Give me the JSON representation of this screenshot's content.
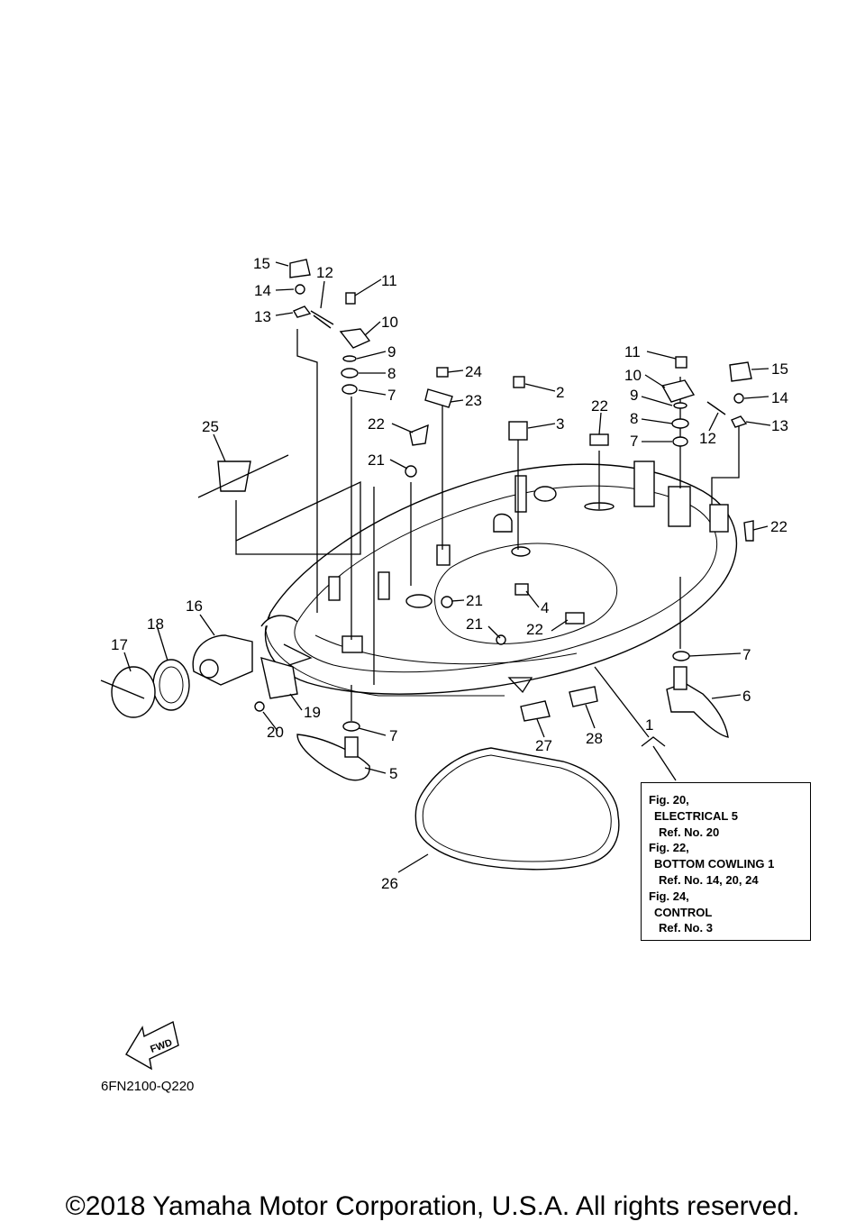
{
  "callouts": {
    "c15a": "15",
    "c14a": "14",
    "c13a": "13",
    "c12a": "12",
    "c11a": "11",
    "c10a": "10",
    "c9a": "9",
    "c8a": "8",
    "c7a": "7",
    "c25": "25",
    "c24": "24",
    "c23": "23",
    "c22a": "22",
    "c21a": "21",
    "c2": "2",
    "c3": "3",
    "c22b": "22",
    "c11b": "11",
    "c10b": "10",
    "c9b": "9",
    "c8b": "8",
    "c7b": "7",
    "c12b": "12",
    "c15b": "15",
    "c14b": "14",
    "c13b": "13",
    "c22c": "22",
    "c21b": "21",
    "c4": "4",
    "c21c": "21",
    "c22d": "22",
    "c16": "16",
    "c18": "18",
    "c17": "17",
    "c19": "19",
    "c20": "20",
    "c7c": "7",
    "c5": "5",
    "c7d": "7",
    "c6": "6",
    "c1": "1",
    "c27": "27",
    "c28": "28",
    "c26": "26"
  },
  "reference_box": {
    "lines": [
      "Fig. 20,",
      "ELECTRICAL 5",
      "Ref. No. 20",
      "Fig. 22,",
      "BOTTOM COWLING 1",
      "Ref. No. 14, 20, 24",
      "Fig. 24,",
      "CONTROL",
      "Ref. No. 3"
    ]
  },
  "fwd_label": "FWD",
  "drawing_code": "6FN2100-Q220",
  "copyright": "©2018 Yamaha Motor Corporation, U.S.A. All rights reserved."
}
